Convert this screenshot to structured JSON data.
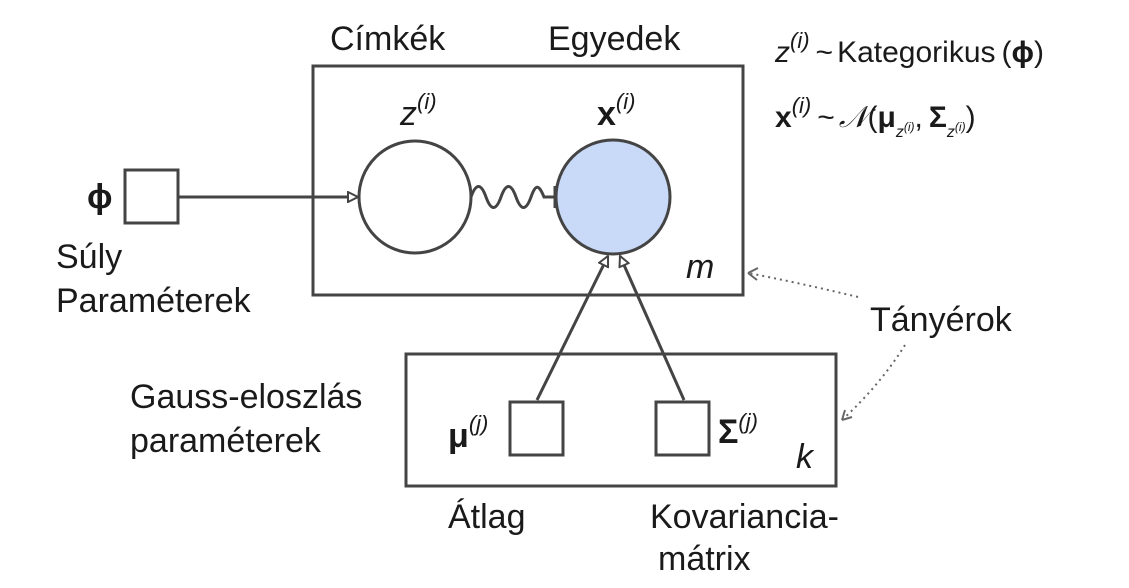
{
  "plates": {
    "outer": {
      "index_label": "m",
      "header_left": "Címkék",
      "header_right": "Egyedek"
    },
    "inner": {
      "index_label": "k"
    }
  },
  "nodes": {
    "z": {
      "base": "z",
      "sup": "(i)"
    },
    "x": {
      "base": "x",
      "sup": "(i)",
      "fill": "#c9daf8"
    },
    "phi": {
      "symbol": "ϕ",
      "caption_lines": [
        "Súly",
        "Paraméterek"
      ]
    },
    "mu": {
      "symbol": "μ",
      "sup": "(j)",
      "caption": "Átlag"
    },
    "sigma": {
      "symbol": "Σ",
      "sup": "(j)",
      "caption_lines": [
        "Kovariancia-",
        "mátrix"
      ]
    }
  },
  "labels": {
    "gauss_lines": [
      "Gauss-eloszlás",
      "paraméterek"
    ],
    "plates_callout": "Tányérok"
  },
  "equations": {
    "eq1": {
      "lhs": "z",
      "lhs_sup": "(i)",
      "tilde": "~",
      "dist": "Kategorikus",
      "arg_open": "(",
      "arg": "ϕ",
      "arg_close": ")"
    },
    "eq2": {
      "lhs": "x",
      "lhs_sup": "(i)",
      "tilde": "~",
      "dist": "𝒩",
      "open": "(",
      "mu": "μ",
      "sub_z": "z",
      "sub_sup": "(i)",
      "comma": ",",
      "sigma": "Σ",
      "close": ")"
    }
  },
  "colors": {
    "stroke": "#444444",
    "observed_fill": "#c9daf8",
    "text": "#1a1a1a"
  }
}
